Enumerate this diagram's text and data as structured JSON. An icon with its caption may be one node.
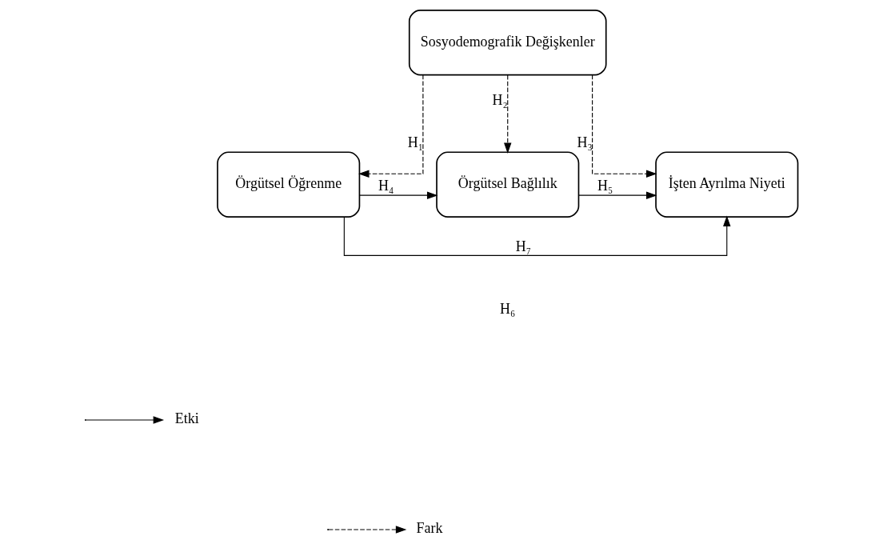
{
  "diagram": {
    "nodes": [
      {
        "text": [
          "Sosyodemografik Değişkenler"
        ]
      },
      {
        "text": [
          "Örgütsel Öğrenme"
        ]
      },
      {
        "text": [
          "Örgütsel Bağlılık"
        ]
      },
      {
        "text": [
          "İşten Ayrılma Niyeti"
        ]
      }
    ],
    "edges": [
      {
        "from": 0,
        "to": 1,
        "arrow": "to",
        "style": "dashed",
        "label": "H₁"
      },
      {
        "from": 0,
        "to": 2,
        "arrow": "to",
        "style": "dashed",
        "label": "H₂"
      },
      {
        "from": 0,
        "to": 3,
        "arrow": "to",
        "style": "dashed",
        "label": "H₃"
      },
      {
        "from": 1,
        "to": 2,
        "arrow": "to",
        "label": "H₄"
      },
      {
        "from": 2,
        "to": 3,
        "arrow": "to",
        "label": "H₅"
      },
      {
        "from": 1,
        "to": 3,
        "arrow": "to",
        "label": "H₇"
      }
    ],
    "labels": [
      "H₆"
    ],
    "legend": [
      {
        "text": "Etki"
      },
      {
        "text": "Fark"
      }
    ]
  }
}
